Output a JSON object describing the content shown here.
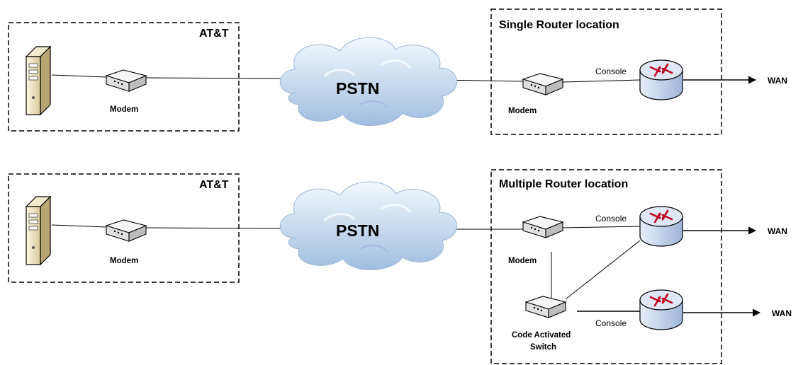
{
  "top": {
    "att_title": "AT&T",
    "modem_left": "Modem",
    "cloud": "PSTN",
    "location_title": "Single Router location",
    "modem_right": "Modem",
    "console": "Console",
    "wan": "WAN"
  },
  "bottom": {
    "att_title": "AT&T",
    "modem_left": "Modem",
    "cloud": "PSTN",
    "location_title": "Multiple Router location",
    "modem_right": "Modem",
    "console_1": "Console",
    "console_2": "Console",
    "switch_line1": "Code Activated",
    "switch_line2": "Switch",
    "wan_1": "WAN",
    "wan_2": "WAN"
  },
  "colors": {
    "router_fill": "#c9d7ee",
    "router_arrows": "#c0001c",
    "cloud_fill": "#b9d1ea",
    "server_fill": "#eee3c1"
  }
}
